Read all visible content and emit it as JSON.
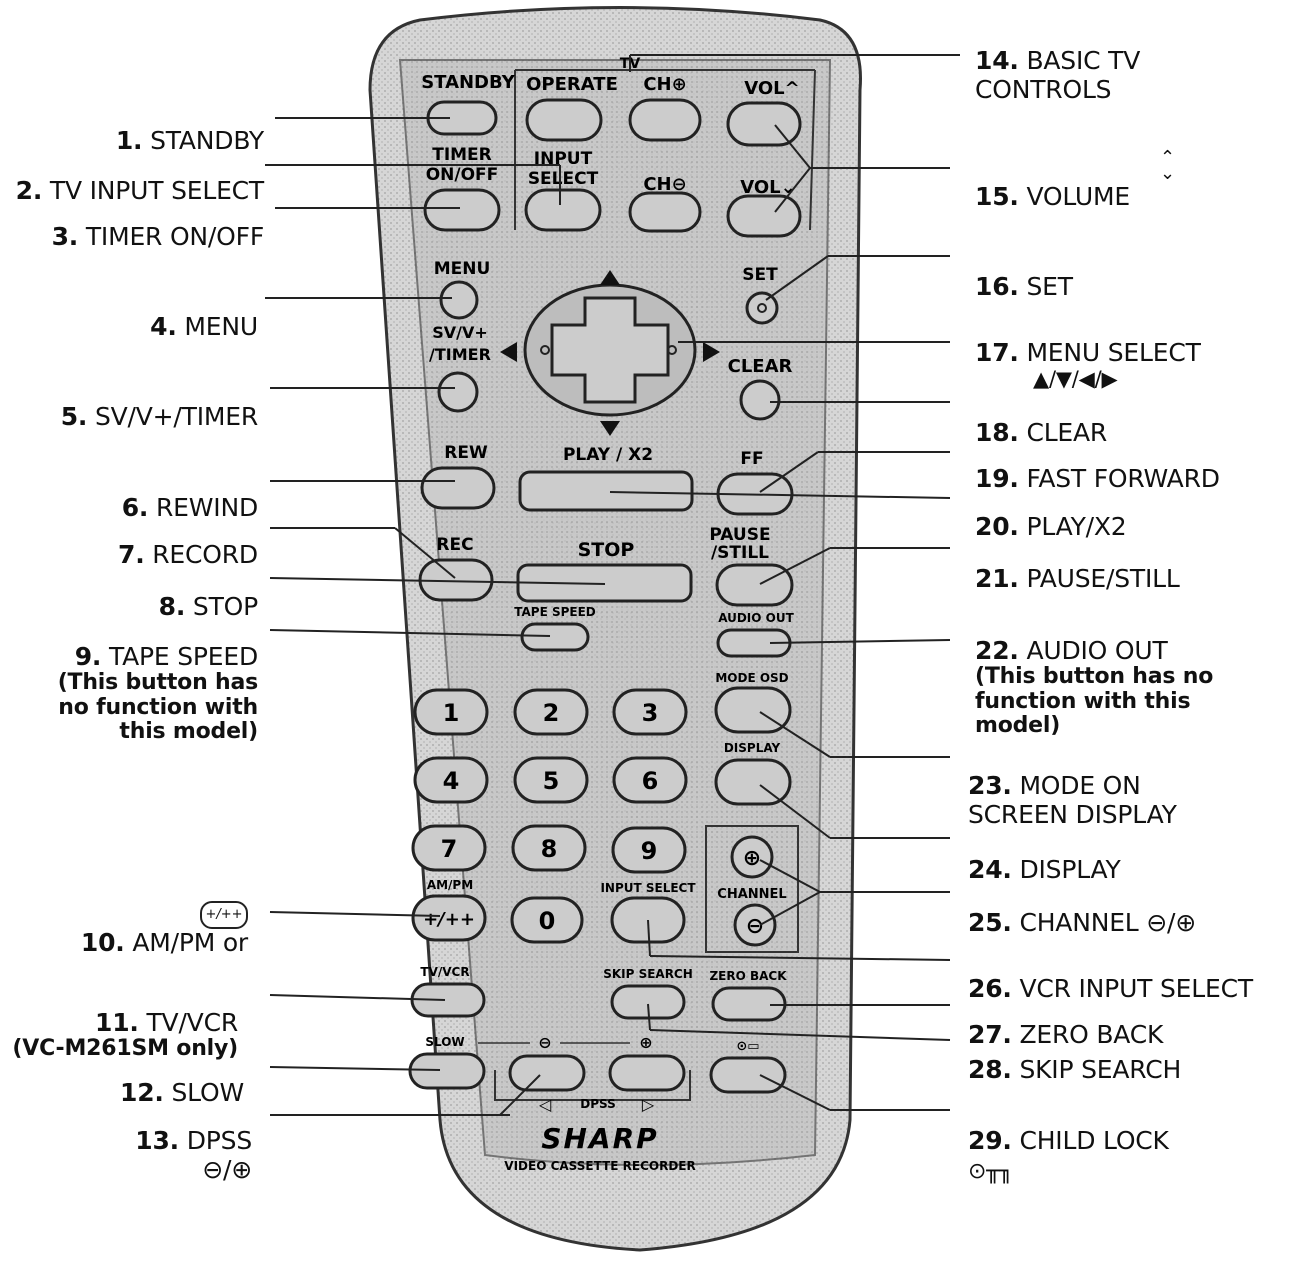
{
  "remote": {
    "brand": "SHARP",
    "subtitle": "VIDEO CASSETTE RECORDER",
    "body_color": "#d2d2d2",
    "panel_color": "#bfbfbf",
    "button_color": "#c9c9c9",
    "labels": {
      "tv_group": "TV",
      "standby": "STANDBY",
      "operate": "OPERATE",
      "ch_plus": "CH⊕",
      "vol_up": "VOL^",
      "timer_on_off": "TIMER\nON/OFF",
      "input_select": "INPUT\nSELECT",
      "ch_minus": "CH⊖",
      "vol_down": "VOL⌄",
      "menu": "MENU",
      "set": "SET",
      "sv_v_timer": "SV/V+\n/TIMER",
      "clear": "CLEAR",
      "rew": "REW",
      "play_x2": "PLAY / X2",
      "ff": "FF",
      "rec": "REC",
      "stop": "STOP",
      "pause_still": "PAUSE\n/STILL",
      "tape_speed": "TAPE SPEED",
      "audio_out": "AUDIO OUT",
      "mode_osd": "MODE OSD",
      "display": "DISPLAY",
      "am_pm": "AM/PM",
      "input_select_vcr": "INPUT SELECT",
      "channel": "CHANNEL",
      "tv_vcr": "TV/VCR",
      "skip_search": "SKIP SEARCH",
      "zero_back": "ZERO BACK",
      "slow": "SLOW",
      "minus": "⊖",
      "plus": "⊕",
      "dpss": "DPSS",
      "digits": [
        "1",
        "2",
        "3",
        "4",
        "5",
        "6",
        "7",
        "8",
        "9",
        "0"
      ],
      "am_pm_key": "+/++"
    }
  },
  "callouts": {
    "c1": {
      "num": "1.",
      "text": "STANDBY"
    },
    "c2": {
      "num": "2.",
      "text": "TV INPUT SELECT"
    },
    "c3": {
      "num": "3.",
      "text": "TIMER ON/OFF"
    },
    "c4": {
      "num": "4.",
      "text": "MENU"
    },
    "c5": {
      "num": "5.",
      "text": "SV/V+/TIMER"
    },
    "c6": {
      "num": "6.",
      "text": "REWIND"
    },
    "c7": {
      "num": "7.",
      "text": "RECORD"
    },
    "c8": {
      "num": "8.",
      "text": "STOP"
    },
    "c9": {
      "num": "9.",
      "text": "TAPE SPEED",
      "note": "(This button has\nno function with\nthis model)"
    },
    "c10": {
      "num": "10.",
      "text": "AM/PM or"
    },
    "c11": {
      "num": "11.",
      "text": "TV/VCR",
      "note": "(VC-M261SM only)"
    },
    "c12": {
      "num": "12.",
      "text": "SLOW"
    },
    "c13": {
      "num": "13.",
      "text": "DPSS",
      "sub": "⊖/⊕"
    },
    "c14": {
      "num": "14.",
      "text": "BASIC TV\nCONTROLS"
    },
    "c15": {
      "num": "15.",
      "text": "VOLUME",
      "sym": "⌃\n⌄"
    },
    "c16": {
      "num": "16.",
      "text": "SET"
    },
    "c17": {
      "num": "17.",
      "text": "MENU SELECT",
      "sub": "▲/▼/◀/▶"
    },
    "c18": {
      "num": "18.",
      "text": "CLEAR"
    },
    "c19": {
      "num": "19.",
      "text": "FAST FORWARD"
    },
    "c20": {
      "num": "20.",
      "text": "PLAY/X2"
    },
    "c21": {
      "num": "21.",
      "text": "PAUSE/STILL"
    },
    "c22": {
      "num": "22.",
      "text": "AUDIO OUT",
      "note": "(This button has no\nfunction with this\nmodel)"
    },
    "c23": {
      "num": "23.",
      "text": "MODE ON\nSCREEN DISPLAY"
    },
    "c24": {
      "num": "24.",
      "text": "DISPLAY"
    },
    "c25": {
      "num": "25.",
      "text": "CHANNEL",
      "sym": "⊖/⊕"
    },
    "c26": {
      "num": "26.",
      "text": "VCR INPUT SELECT"
    },
    "c27": {
      "num": "27.",
      "text": "ZERO BACK"
    },
    "c28": {
      "num": "28.",
      "text": "SKIP SEARCH"
    },
    "c29": {
      "num": "29.",
      "text": "CHILD LOCK"
    }
  }
}
